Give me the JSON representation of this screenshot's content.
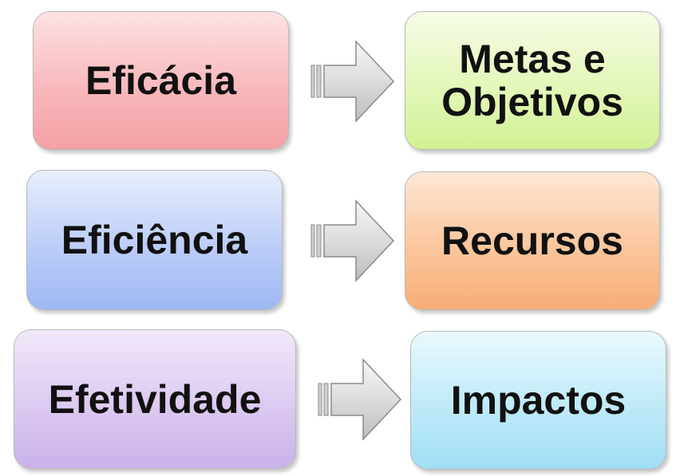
{
  "rows": [
    {
      "left": "Eficácia",
      "right": [
        "Metas e",
        "Objetivos"
      ]
    },
    {
      "left": "Eficiência",
      "right": [
        "Recursos"
      ]
    },
    {
      "left": "Efetividade",
      "right": [
        "Impactos"
      ]
    }
  ],
  "colors": {
    "eficacia": "#f8b9bc",
    "metas": "#e3f7b9",
    "eficiencia": "#bccdf8",
    "recursos": "#fbc69c",
    "efetividade": "#dccaf1",
    "impactos": "#bfeaf8",
    "arrow": "#d9d9d9"
  },
  "icons": [
    "arrow-right-icon"
  ]
}
